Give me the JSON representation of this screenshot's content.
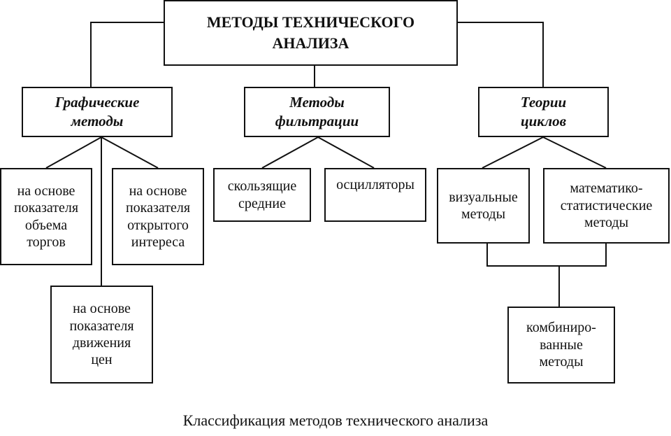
{
  "root": {
    "title": "МЕТОДЫ ТЕХНИЧЕСКОГО\nАНАЛИЗА"
  },
  "categories": {
    "graphic": {
      "label": "Графические\nметоды"
    },
    "filter": {
      "label": "Методы\nфильтрации"
    },
    "cycles": {
      "label": "Теории\nциклов"
    }
  },
  "leaves": {
    "volume": "на основе\nпоказателя\nобъема\nторгов",
    "open_interest": "на основе\nпоказателя\nоткрытого\nинтереса",
    "price_movement": "на основе\nпоказателя\nдвижения\nцен",
    "moving_averages": "скользящие\nсредние",
    "oscillators": "осцилляторы",
    "visual": "визуальные\nметоды",
    "math_stat": "математико-\nстатистические\nметоды",
    "combined": "комбиниро-\nванные\nметоды"
  },
  "caption": "Классификация методов технического анализа"
}
